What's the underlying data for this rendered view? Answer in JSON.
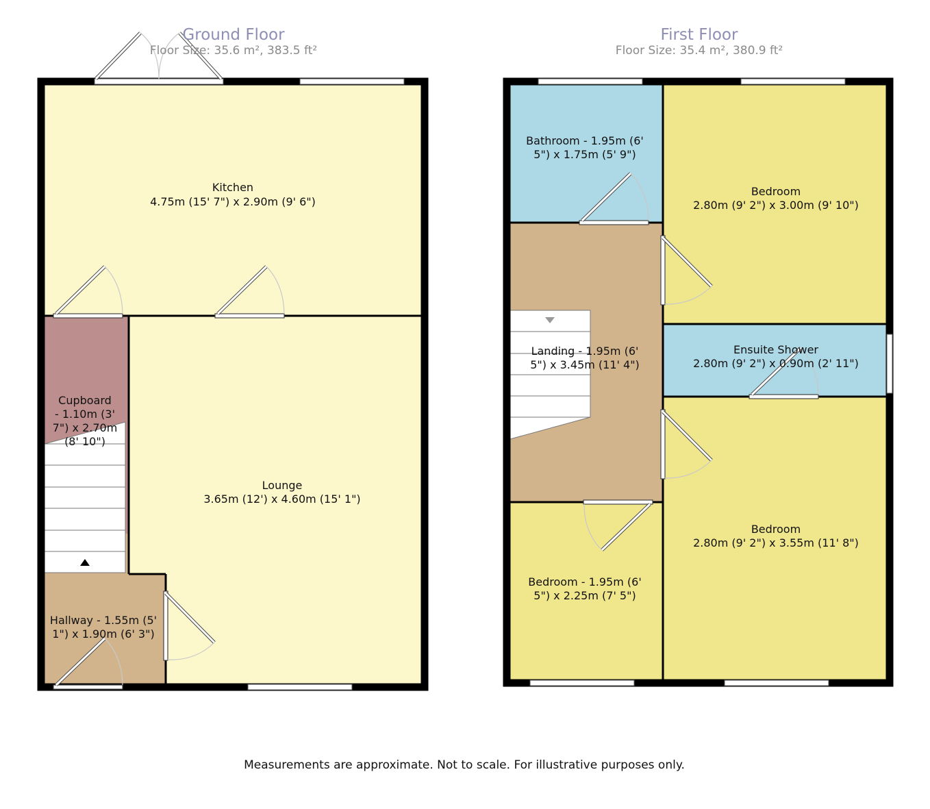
{
  "floors": {
    "ground": {
      "title": "Ground Floor",
      "size": "Floor Size: 35.6 m², 383.5 ft²",
      "rooms": {
        "kitchen": [
          "Kitchen",
          "4.75m (15' 7\") x 2.90m (9' 6\")"
        ],
        "lounge": [
          "Lounge",
          "3.65m (12') x 4.60m (15' 1\")"
        ],
        "cupboard": [
          "Cupboard",
          "- 1.10m (3'",
          "7\") x 2.70m",
          "(8' 10\")"
        ],
        "hallway": [
          "Hallway - 1.55m (5'",
          "1\") x 1.90m (6' 3\")"
        ]
      }
    },
    "first": {
      "title": "First Floor",
      "size": "Floor Size: 35.4 m², 380.9 ft²",
      "rooms": {
        "bathroom": [
          "Bathroom - 1.95m (6'",
          "5\") x 1.75m (5' 9\")"
        ],
        "bedroom_top": [
          "Bedroom",
          "2.80m (9' 2\") x 3.00m (9' 10\")"
        ],
        "landing": [
          "Landing - 1.95m (6'",
          "5\") x 3.45m (11' 4\")"
        ],
        "ensuite": [
          "Ensuite Shower",
          "2.80m (9' 2\") x 0.90m (2' 11\")"
        ],
        "bedroom_small": [
          "Bedroom - 1.95m (6'",
          "5\") x 2.25m (7' 5\")"
        ],
        "bedroom_large": [
          "Bedroom",
          "2.80m (9' 2\") x 3.55m (11' 8\")"
        ]
      }
    }
  },
  "colors": {
    "kitchen": "#fdf8cc",
    "lounge": "#fdf8cc",
    "cupboard": "#bc8f8e",
    "hallway": "#d2b48c",
    "bathroom": "#add8e6",
    "ensuite": "#add8e6",
    "bedroom": "#f0e68c",
    "landing": "#d2b48c"
  },
  "disclaimer": "Measurements are approximate. Not to scale. For illustrative purposes only."
}
